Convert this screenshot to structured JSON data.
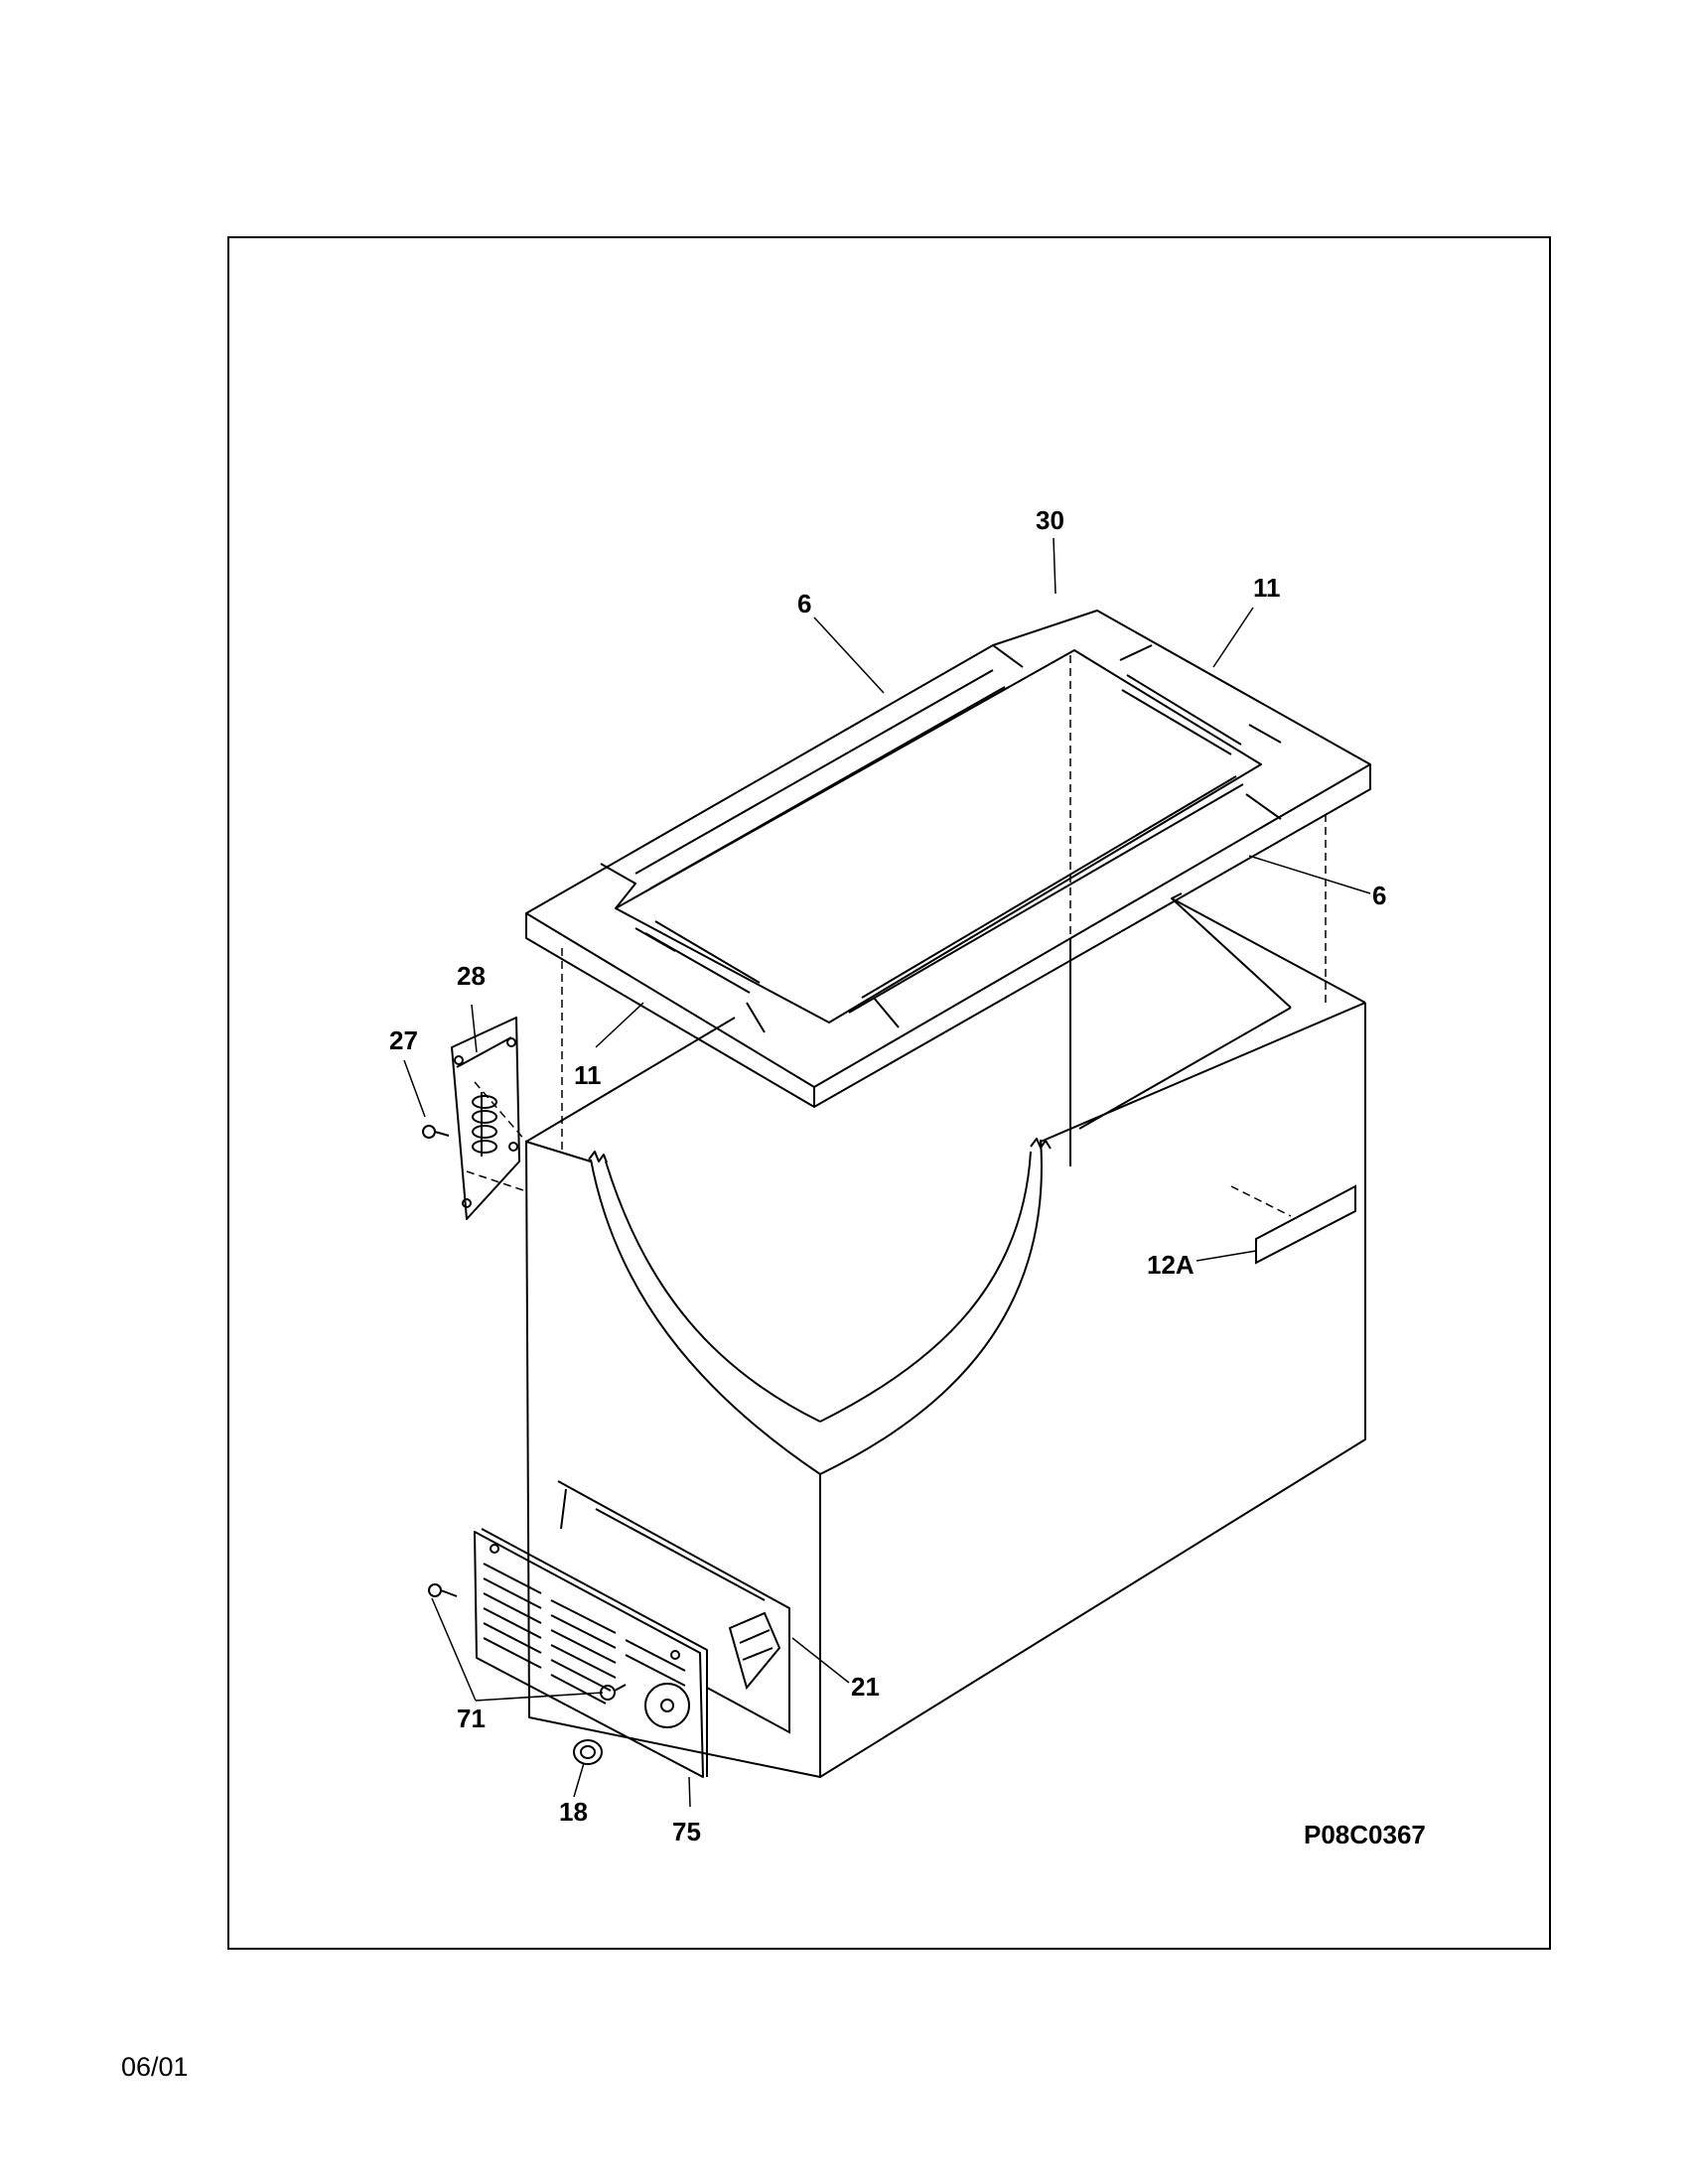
{
  "diagram": {
    "drawing_number": "P08C0367",
    "callouts": {
      "c30": "30",
      "c6_top": "6",
      "c11_top": "11",
      "c6_right": "6",
      "c28": "28",
      "c27": "27",
      "c11_left": "11",
      "c12a": "12A",
      "c21": "21",
      "c71": "71",
      "c18": "18",
      "c75": "75"
    }
  },
  "footer": {
    "date": "06/01"
  }
}
